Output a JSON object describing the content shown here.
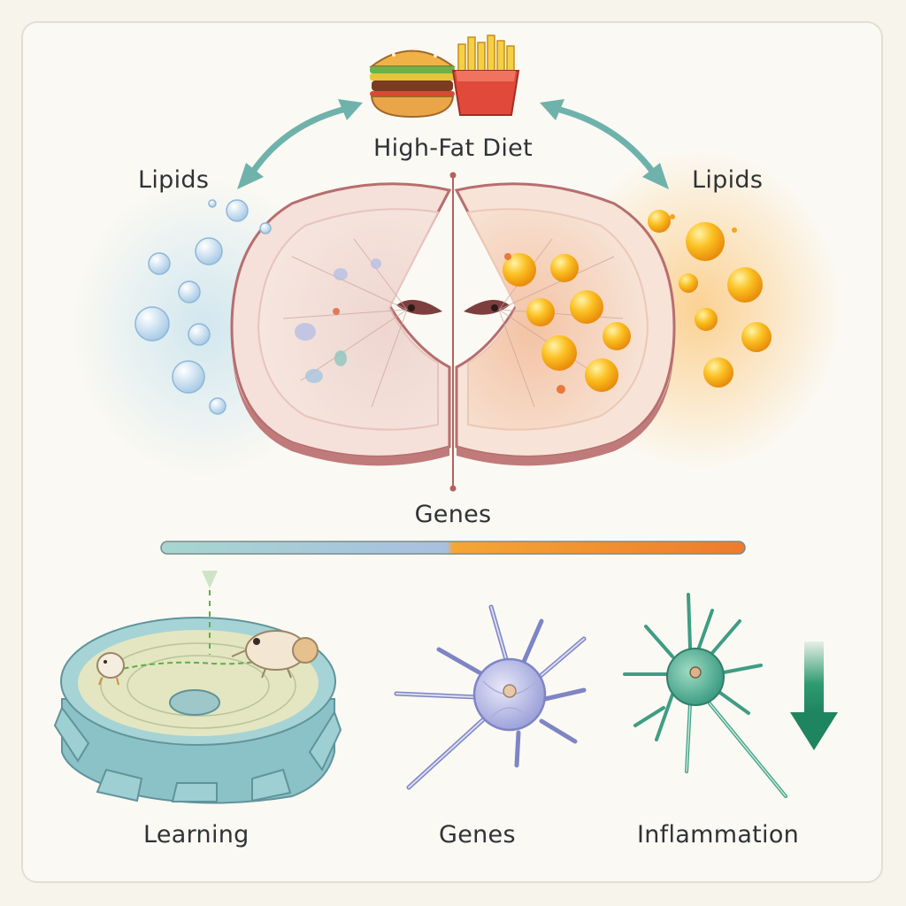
{
  "labels": {
    "diet": "High-Fat Diet",
    "lipids_left": "Lipids",
    "lipids_right": "Lipids",
    "genes_top": "Genes",
    "learning": "Learning",
    "genes_bottom": "Genes",
    "inflammation": "Inflammation"
  },
  "colors": {
    "background": "#fbf9f3",
    "healthy_blue": "#9ec6e4",
    "fat_orange": "#f6a321",
    "teal_arrow": "#6fb2ac",
    "inflammation_green": "#2f9a72"
  },
  "icons": [
    "burger-icon",
    "fries-icon",
    "brain-hemisphere-icon",
    "lipid-droplet-icon",
    "water-maze-icon",
    "mouse-icon",
    "neuron-icon",
    "microglia-icon",
    "down-arrow-icon"
  ]
}
